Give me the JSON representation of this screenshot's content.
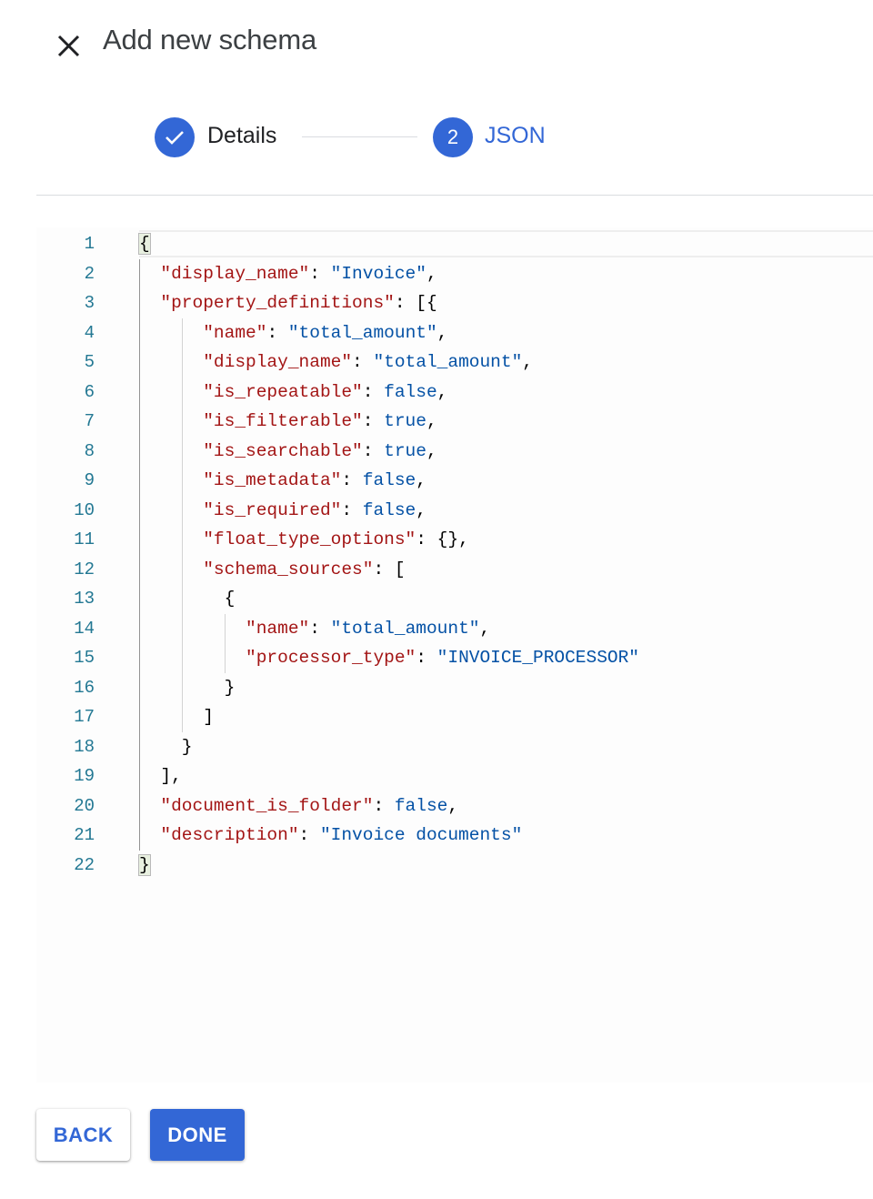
{
  "dialog": {
    "title": "Add new schema"
  },
  "stepper": {
    "steps": [
      {
        "label": "Details",
        "state": "completed"
      },
      {
        "label": "JSON",
        "number": "2",
        "state": "active"
      }
    ]
  },
  "editor": {
    "line_numbers": [
      "1",
      "2",
      "3",
      "4",
      "5",
      "6",
      "7",
      "8",
      "9",
      "10",
      "11",
      "12",
      "13",
      "14",
      "15",
      "16",
      "17",
      "18",
      "19",
      "20",
      "21",
      "22"
    ],
    "lines": [
      [
        {
          "t": "p",
          "v": "{",
          "match": true
        }
      ],
      [
        {
          "t": "p",
          "v": "  "
        },
        {
          "t": "k",
          "v": "\"display_name\""
        },
        {
          "t": "p",
          "v": ": "
        },
        {
          "t": "s",
          "v": "\"Invoice\""
        },
        {
          "t": "p",
          "v": ","
        }
      ],
      [
        {
          "t": "p",
          "v": "  "
        },
        {
          "t": "k",
          "v": "\"property_definitions\""
        },
        {
          "t": "p",
          "v": ": [{"
        }
      ],
      [
        {
          "t": "p",
          "v": "      "
        },
        {
          "t": "k",
          "v": "\"name\""
        },
        {
          "t": "p",
          "v": ": "
        },
        {
          "t": "s",
          "v": "\"total_amount\""
        },
        {
          "t": "p",
          "v": ","
        }
      ],
      [
        {
          "t": "p",
          "v": "      "
        },
        {
          "t": "k",
          "v": "\"display_name\""
        },
        {
          "t": "p",
          "v": ": "
        },
        {
          "t": "s",
          "v": "\"total_amount\""
        },
        {
          "t": "p",
          "v": ","
        }
      ],
      [
        {
          "t": "p",
          "v": "      "
        },
        {
          "t": "k",
          "v": "\"is_repeatable\""
        },
        {
          "t": "p",
          "v": ": "
        },
        {
          "t": "b",
          "v": "false"
        },
        {
          "t": "p",
          "v": ","
        }
      ],
      [
        {
          "t": "p",
          "v": "      "
        },
        {
          "t": "k",
          "v": "\"is_filterable\""
        },
        {
          "t": "p",
          "v": ": "
        },
        {
          "t": "b",
          "v": "true"
        },
        {
          "t": "p",
          "v": ","
        }
      ],
      [
        {
          "t": "p",
          "v": "      "
        },
        {
          "t": "k",
          "v": "\"is_searchable\""
        },
        {
          "t": "p",
          "v": ": "
        },
        {
          "t": "b",
          "v": "true"
        },
        {
          "t": "p",
          "v": ","
        }
      ],
      [
        {
          "t": "p",
          "v": "      "
        },
        {
          "t": "k",
          "v": "\"is_metadata\""
        },
        {
          "t": "p",
          "v": ": "
        },
        {
          "t": "b",
          "v": "false"
        },
        {
          "t": "p",
          "v": ","
        }
      ],
      [
        {
          "t": "p",
          "v": "      "
        },
        {
          "t": "k",
          "v": "\"is_required\""
        },
        {
          "t": "p",
          "v": ": "
        },
        {
          "t": "b",
          "v": "false"
        },
        {
          "t": "p",
          "v": ","
        }
      ],
      [
        {
          "t": "p",
          "v": "      "
        },
        {
          "t": "k",
          "v": "\"float_type_options\""
        },
        {
          "t": "p",
          "v": ": {},"
        }
      ],
      [
        {
          "t": "p",
          "v": "      "
        },
        {
          "t": "k",
          "v": "\"schema_sources\""
        },
        {
          "t": "p",
          "v": ": ["
        }
      ],
      [
        {
          "t": "p",
          "v": "        {"
        }
      ],
      [
        {
          "t": "p",
          "v": "          "
        },
        {
          "t": "k",
          "v": "\"name\""
        },
        {
          "t": "p",
          "v": ": "
        },
        {
          "t": "s",
          "v": "\"total_amount\""
        },
        {
          "t": "p",
          "v": ","
        }
      ],
      [
        {
          "t": "p",
          "v": "          "
        },
        {
          "t": "k",
          "v": "\"processor_type\""
        },
        {
          "t": "p",
          "v": ": "
        },
        {
          "t": "s",
          "v": "\"INVOICE_PROCESSOR\""
        }
      ],
      [
        {
          "t": "p",
          "v": "        }"
        }
      ],
      [
        {
          "t": "p",
          "v": "      ]"
        }
      ],
      [
        {
          "t": "p",
          "v": "    }"
        }
      ],
      [
        {
          "t": "p",
          "v": "  ],"
        }
      ],
      [
        {
          "t": "p",
          "v": "  "
        },
        {
          "t": "k",
          "v": "\"document_is_folder\""
        },
        {
          "t": "p",
          "v": ": "
        },
        {
          "t": "b",
          "v": "false"
        },
        {
          "t": "p",
          "v": ","
        }
      ],
      [
        {
          "t": "p",
          "v": "  "
        },
        {
          "t": "k",
          "v": "\"description\""
        },
        {
          "t": "p",
          "v": ": "
        },
        {
          "t": "s",
          "v": "\"Invoice documents\""
        }
      ],
      [
        {
          "t": "p",
          "v": "}",
          "match": true
        }
      ]
    ]
  },
  "actions": {
    "back_label": "BACK",
    "done_label": "DONE"
  },
  "colors": {
    "accent": "#3367d6",
    "json_key": "#a31515",
    "json_value": "#0451a5",
    "line_number": "#237893"
  },
  "icons": {
    "close": "close-icon",
    "completed_step": "check-icon"
  }
}
